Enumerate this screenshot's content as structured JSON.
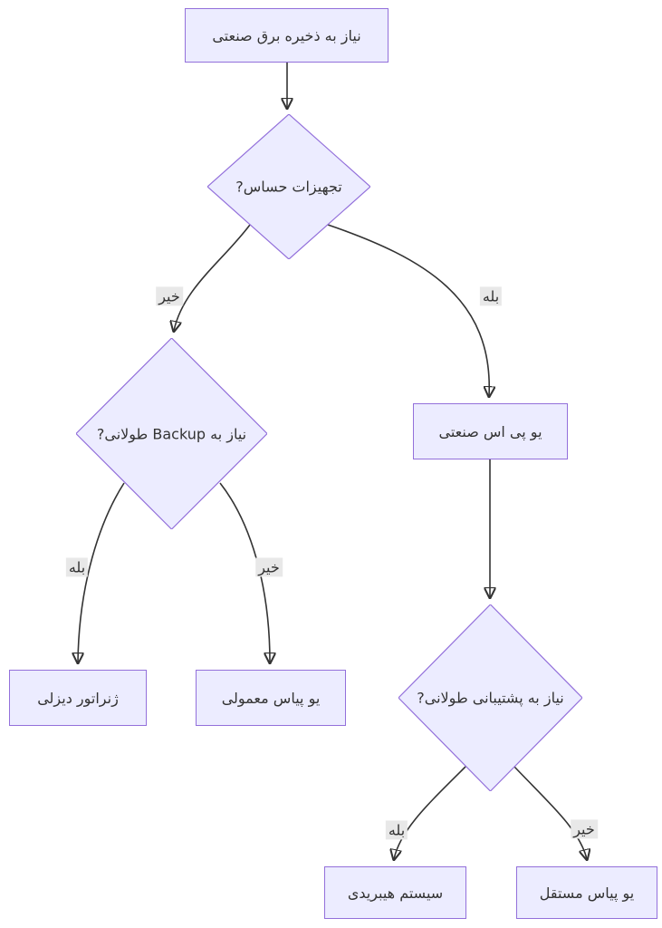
{
  "diagram": {
    "type": "flowchart",
    "direction": "top-down",
    "language": "fa",
    "colors": {
      "node_fill": "#ECECFF",
      "node_border": "#9370DB",
      "edge": "#333333",
      "edge_label_bg": "#e8e8e8",
      "text": "#333333",
      "background": "#ffffff"
    },
    "nodes": {
      "start": {
        "shape": "rect",
        "label": "نیاز به ذخیره برق صنعتی"
      },
      "sensitive": {
        "shape": "diamond",
        "label": "تجهیزات حساس?"
      },
      "backup_long": {
        "shape": "diamond",
        "label": "نیاز به Backup طولانی?"
      },
      "industrial_ups": {
        "shape": "rect",
        "label": "یو پی اس صنعتی"
      },
      "long_support": {
        "shape": "diamond",
        "label": "نیاز به پشتیبانی طولانی?"
      },
      "diesel_generator": {
        "shape": "rect",
        "label": "ژنراتور دیزلی"
      },
      "regular_ups": {
        "shape": "rect",
        "label": "یو پیاس معمولی"
      },
      "hybrid_system": {
        "shape": "rect",
        "label": "سیستم هیبریدی"
      },
      "standalone_ups": {
        "shape": "rect",
        "label": "یو پیاس مستقل"
      }
    },
    "edges": [
      {
        "from": "start",
        "to": "sensitive",
        "label": ""
      },
      {
        "from": "sensitive",
        "to": "backup_long",
        "label": "خیر"
      },
      {
        "from": "sensitive",
        "to": "industrial_ups",
        "label": "بله"
      },
      {
        "from": "backup_long",
        "to": "diesel_generator",
        "label": "بله"
      },
      {
        "from": "backup_long",
        "to": "regular_ups",
        "label": "خیر"
      },
      {
        "from": "industrial_ups",
        "to": "long_support",
        "label": ""
      },
      {
        "from": "long_support",
        "to": "hybrid_system",
        "label": "بله"
      },
      {
        "from": "long_support",
        "to": "standalone_ups",
        "label": "خیر"
      }
    ]
  }
}
